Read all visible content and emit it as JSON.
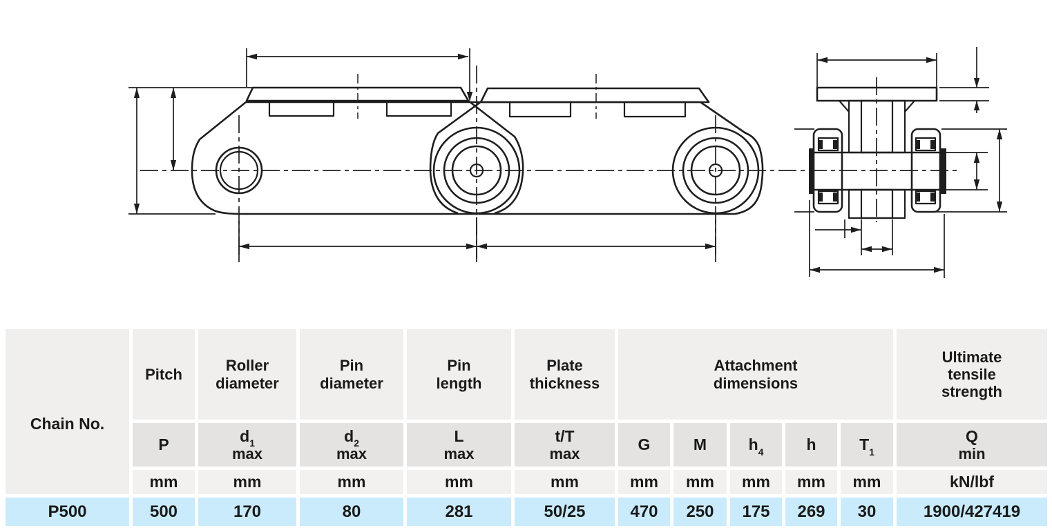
{
  "colors": {
    "line": "#1e1e1e",
    "body_fill": "#e9ebed",
    "plate_fill": "#e4e6e8",
    "end_plate_fill": "#dfe1e3",
    "roller_fill": "#f1f2f4",
    "pin_fill": "#e8eaec",
    "header_bg": "#f0efee",
    "symbol_row_bg": "#e4e3e1",
    "unit_row_bg": "#f2f1ef",
    "data_row_bg": "#c9ebfc",
    "text": "#1a1a1a"
  },
  "table": {
    "chain_no_label": "Chain No.",
    "headers": {
      "pitch": {
        "name1": "Pitch",
        "sym": "P",
        "unit": "mm"
      },
      "roller": {
        "name1": "Roller",
        "name2": "diameter",
        "sym": "d",
        "sub": "1",
        "max": "max",
        "unit": "mm"
      },
      "pin_dia": {
        "name1": "Pin",
        "name2": "diameter",
        "sym": "d",
        "sub": "2",
        "max": "max",
        "unit": "mm"
      },
      "pin_len": {
        "name1": "Pin",
        "name2": "length",
        "sym": "L",
        "max": "max",
        "unit": "mm"
      },
      "plate": {
        "name1": "Plate",
        "name2": "thickness",
        "sym": "t/T",
        "max": "max",
        "unit": "mm"
      },
      "attachment": {
        "name1": "Attachment",
        "name2": "dimensions"
      },
      "g": {
        "sym": "G",
        "unit": "mm"
      },
      "m": {
        "sym": "M",
        "unit": "mm"
      },
      "h4": {
        "sym": "h",
        "sub": "4",
        "unit": "mm"
      },
      "h": {
        "sym": "h",
        "unit": "mm"
      },
      "t1": {
        "sym": "T",
        "sub": "1",
        "unit": "mm"
      },
      "ultimate": {
        "name1": "Ultimate",
        "name2": "tensile",
        "name3": "strength",
        "sym": "Q",
        "max": "min",
        "unit": "kN/lbf"
      }
    },
    "row": {
      "chain_no": "P500",
      "pitch": "500",
      "roller": "170",
      "pin_dia": "80",
      "pin_len": "281",
      "plate": "50/25",
      "g": "470",
      "m": "250",
      "h4": "175",
      "h": "269",
      "t1": "30",
      "ultimate": "1900/427419"
    }
  }
}
